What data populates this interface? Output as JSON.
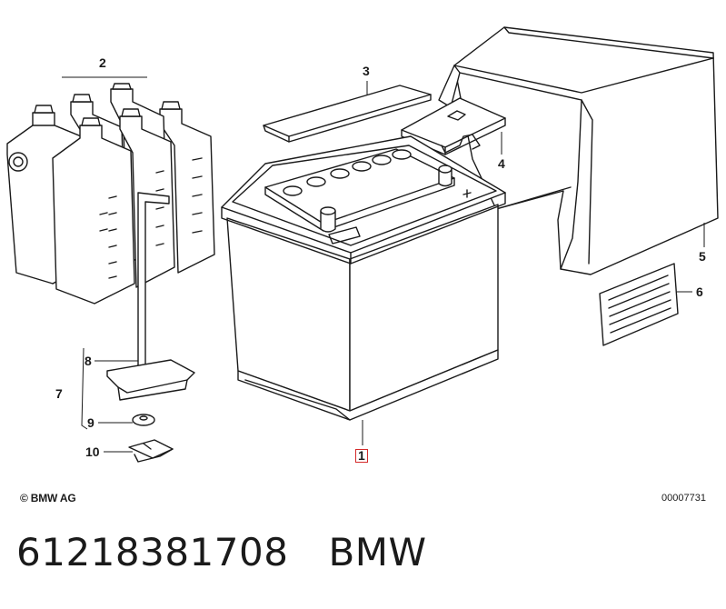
{
  "diagram": {
    "callouts": [
      {
        "id": "1",
        "label": "1",
        "highlighted": true
      },
      {
        "id": "2",
        "label": "2"
      },
      {
        "id": "3",
        "label": "3"
      },
      {
        "id": "4",
        "label": "4"
      },
      {
        "id": "5",
        "label": "5"
      },
      {
        "id": "6",
        "label": "6"
      },
      {
        "id": "7",
        "label": "7"
      },
      {
        "id": "8",
        "label": "8"
      },
      {
        "id": "9",
        "label": "9"
      },
      {
        "id": "10",
        "label": "10"
      }
    ],
    "copyright": "© BMW AG",
    "diagram_number": "00007731",
    "highlight_color": "#d42a2a",
    "line_color": "#1a1a1a"
  },
  "caption": {
    "part_number": "61218381708",
    "brand": "BMW"
  }
}
